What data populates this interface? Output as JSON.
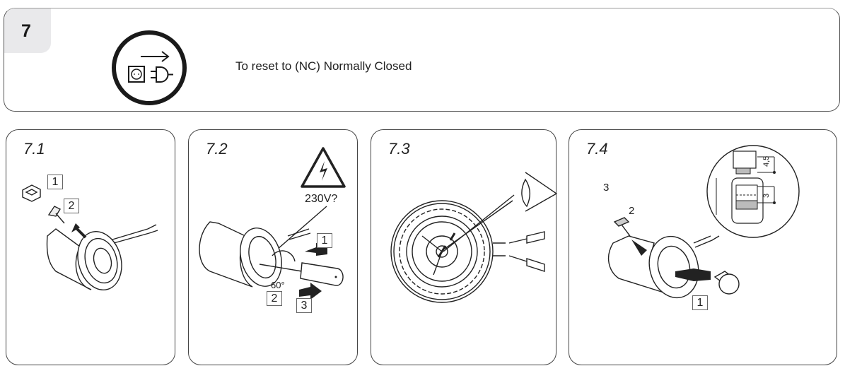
{
  "header": {
    "step_number": "7",
    "icon": "unplug-power-icon",
    "instruction": "To reset to (NC) Normally Closed"
  },
  "panels": [
    {
      "label": "7.1",
      "markers": [
        {
          "text": "1",
          "boxed": true
        },
        {
          "text": "2",
          "boxed": true
        }
      ]
    },
    {
      "label": "7.2",
      "warning_icon": "high-voltage-warning-icon",
      "voltage_text": "230V?",
      "angle_text": "60°",
      "markers": [
        {
          "text": "1",
          "boxed": true
        },
        {
          "text": "2",
          "boxed": true
        },
        {
          "text": "3",
          "boxed": true
        }
      ]
    },
    {
      "label": "7.3",
      "icon": "eye-inspect-icon"
    },
    {
      "label": "7.4",
      "markers": [
        {
          "text": "3",
          "boxed": false
        },
        {
          "text": "2",
          "boxed": false
        },
        {
          "text": "1",
          "boxed": true
        }
      ],
      "detail": {
        "dimension_top": "4,5",
        "dimension_bottom": "3"
      }
    }
  ]
}
